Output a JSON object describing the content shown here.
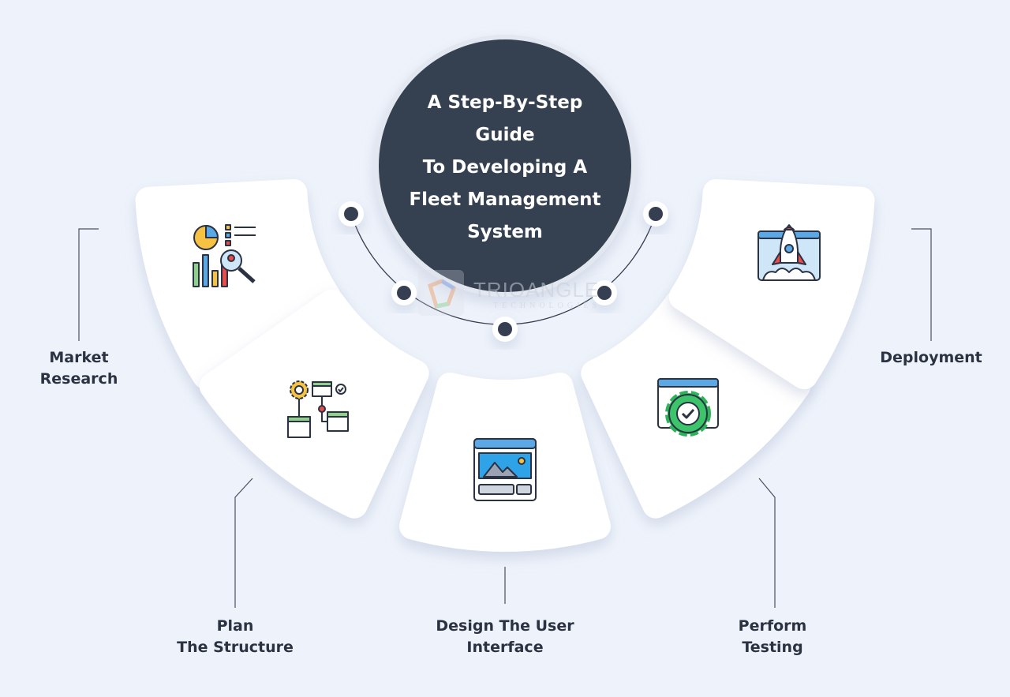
{
  "title_lines": [
    "A Step-By-Step",
    "Guide",
    "To Developing A",
    "Fleet Management",
    "System"
  ],
  "watermark": {
    "name": "TRIOANGLE",
    "sub": "TECHNOLOGIES"
  },
  "steps": [
    {
      "label_lines": [
        "Market",
        "Research"
      ],
      "icon": "market-research-chart-icon"
    },
    {
      "label_lines": [
        "Plan",
        "The Structure"
      ],
      "icon": "flowchart-gear-icon"
    },
    {
      "label_lines": [
        "Design The User",
        "Interface"
      ],
      "icon": "ui-window-image-icon"
    },
    {
      "label_lines": [
        "Perform",
        "Testing"
      ],
      "icon": "gear-check-icon"
    },
    {
      "label_lines": [
        "Deployment"
      ],
      "icon": "rocket-launch-icon"
    }
  ],
  "colors": {
    "background": "#eef3fb",
    "center": "#363f51",
    "card": "#ffffff",
    "text": "#2b3242"
  }
}
